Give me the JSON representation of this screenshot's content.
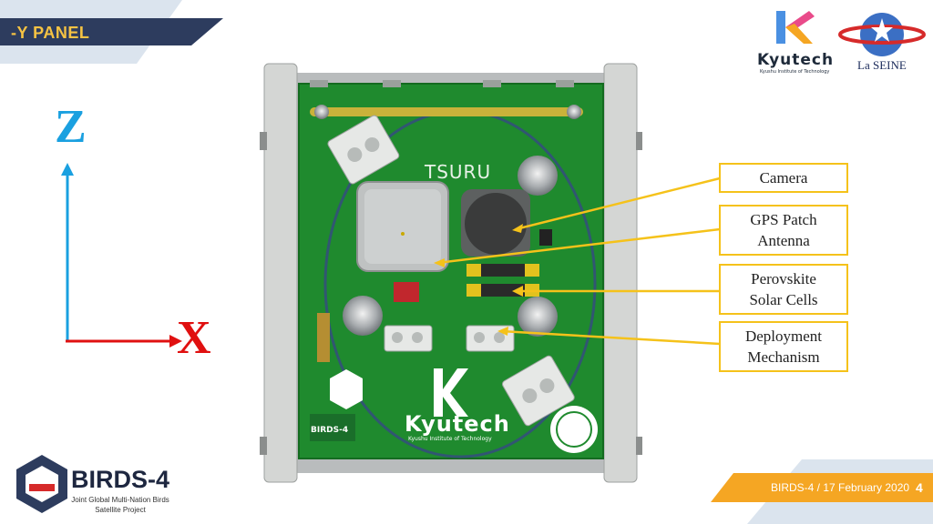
{
  "header": {
    "title": "-Y PANEL"
  },
  "axes": {
    "z_label": "Z",
    "x_label": "X"
  },
  "board": {
    "name": "TSURU",
    "brand": "Kyutech",
    "brand_sub": "Kyushu Institute of Technology",
    "badge": "BIRDS-4"
  },
  "callouts": [
    {
      "lines": [
        "Camera"
      ]
    },
    {
      "lines": [
        "GPS Patch",
        "Antenna"
      ]
    },
    {
      "lines": [
        "Perovskite",
        "Solar Cells"
      ]
    },
    {
      "lines": [
        "Deployment",
        "Mechanism"
      ]
    }
  ],
  "logos": {
    "kyutech": "Kyutech",
    "kyutech_sub": "Kyushu Institute of Technology",
    "laseine": "La SEINE"
  },
  "project": {
    "title": "BIRDS-4",
    "sub1": "Joint Global Multi-Nation Birds",
    "sub2": "Satellite Project"
  },
  "footer": {
    "text": "BIRDS-4 /  17 February 2020",
    "page": "4"
  },
  "colors": {
    "accent": "#f5c21a",
    "header_bg": "#2d3c5e",
    "pcb": "#1f8a2e",
    "z_axis": "#1aa0e0",
    "x_axis": "#e01010"
  }
}
